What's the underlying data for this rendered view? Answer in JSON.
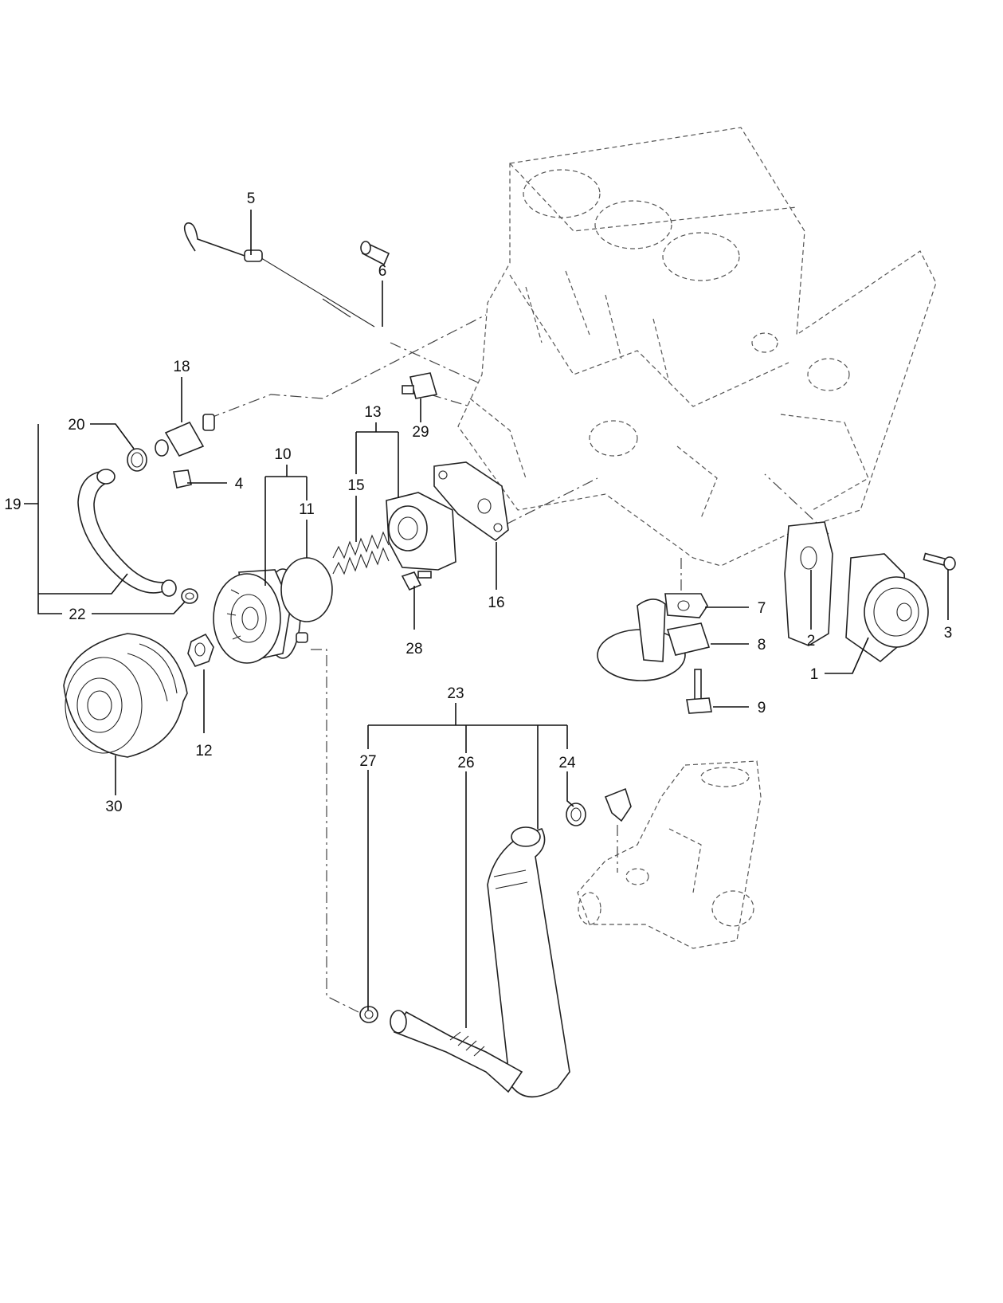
{
  "labels": {
    "l1": "1",
    "l2": "2",
    "l3": "3",
    "l4": "4",
    "l5": "5",
    "l6": "6",
    "l7": "7",
    "l8": "8",
    "l9": "9",
    "l10": "10",
    "l11": "11",
    "l12": "12",
    "l13": "13",
    "l15": "15",
    "l16": "16",
    "l18": "18",
    "l19": "19",
    "l20": "20",
    "l22": "22",
    "l23": "23",
    "l24": "24",
    "l26": "26",
    "l27": "27",
    "l28": "28",
    "l29": "29",
    "l30": "30"
  }
}
